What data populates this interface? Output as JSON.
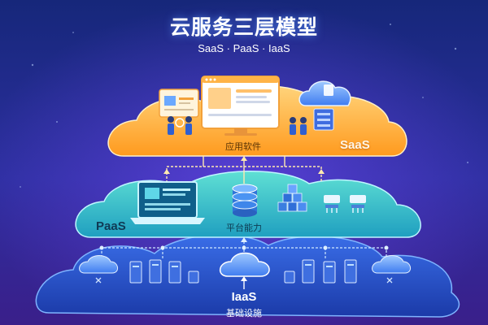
{
  "header": {
    "title": "云服务三层模型",
    "subtitle": "SaaS · PaaS · IaaS"
  },
  "layers": {
    "saas": {
      "name": "SaaS",
      "description": "应用软件",
      "color": "#ffb23f"
    },
    "paas": {
      "name": "PaaS",
      "description": "平台能力",
      "color": "#2fc4c8"
    },
    "iaas": {
      "name": "IaaS",
      "description": "基础设施",
      "color": "#2450c8"
    }
  },
  "colors": {
    "background_top": "#1a2a7a",
    "background_bottom": "#3a1f8a",
    "connector": "#ffe9b0"
  },
  "icons": {
    "saas": [
      "monitor-icon",
      "people-icon",
      "cloud-server-icon"
    ],
    "paas": [
      "laptop-icon",
      "database-icon",
      "cubes-icon",
      "router-icon"
    ],
    "iaas": [
      "cloud-icon",
      "server-rack-icon",
      "cloud-network-icon"
    ]
  }
}
